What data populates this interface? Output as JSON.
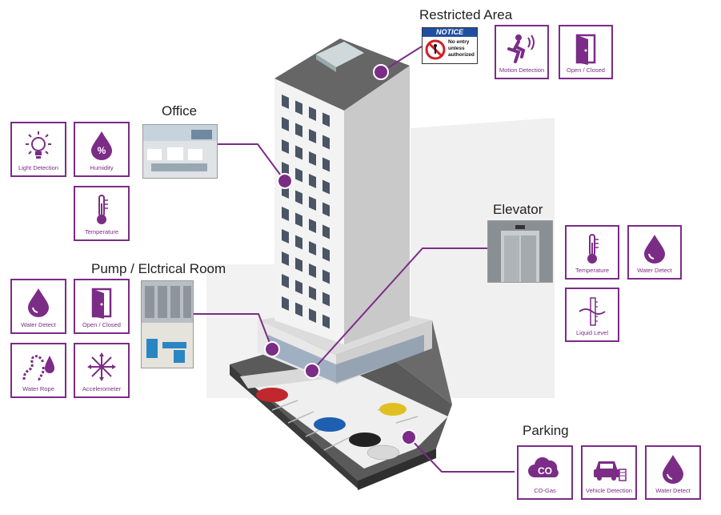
{
  "colors": {
    "accent": "#7b2c86",
    "title_text": "#222222"
  },
  "zones": {
    "restricted": {
      "title": "Restricted Area",
      "notice": {
        "header": "NOTICE",
        "line1": "No entry",
        "line2": "unless",
        "line3": "authorized"
      },
      "sensors": [
        {
          "label": "Motion Detection",
          "icon": "motion-detection-icon"
        },
        {
          "label": "Open / Closed",
          "icon": "door-icon"
        }
      ]
    },
    "office": {
      "title": "Office",
      "sensors": [
        {
          "label": "Light Detection",
          "icon": "light-bulb-icon"
        },
        {
          "label": "Humidity",
          "icon": "humidity-drop-icon"
        },
        {
          "label": "Temperature",
          "icon": "thermometer-icon"
        }
      ]
    },
    "pump": {
      "title": "Pump / Elctrical Room",
      "sensors": [
        {
          "label": "Water Detect",
          "icon": "water-drop-icon"
        },
        {
          "label": "Open / Closed",
          "icon": "door-icon"
        },
        {
          "label": "Water Rope",
          "icon": "water-rope-icon"
        },
        {
          "label": "Accelerometer",
          "icon": "accelerometer-icon"
        }
      ]
    },
    "elevator": {
      "title": "Elevator",
      "sensors": [
        {
          "label": "Temperature",
          "icon": "thermometer-icon"
        },
        {
          "label": "Water Detect",
          "icon": "water-drop-icon"
        },
        {
          "label": "Liquid Level",
          "icon": "liquid-level-icon"
        }
      ]
    },
    "parking": {
      "title": "Parking",
      "sensors": [
        {
          "label": "CO-Gas",
          "icon": "co-gas-icon",
          "icon_text": "CO"
        },
        {
          "label": "Vehicle Detection",
          "icon": "vehicle-icon"
        },
        {
          "label": "Water Detect",
          "icon": "water-drop-icon"
        }
      ]
    }
  }
}
